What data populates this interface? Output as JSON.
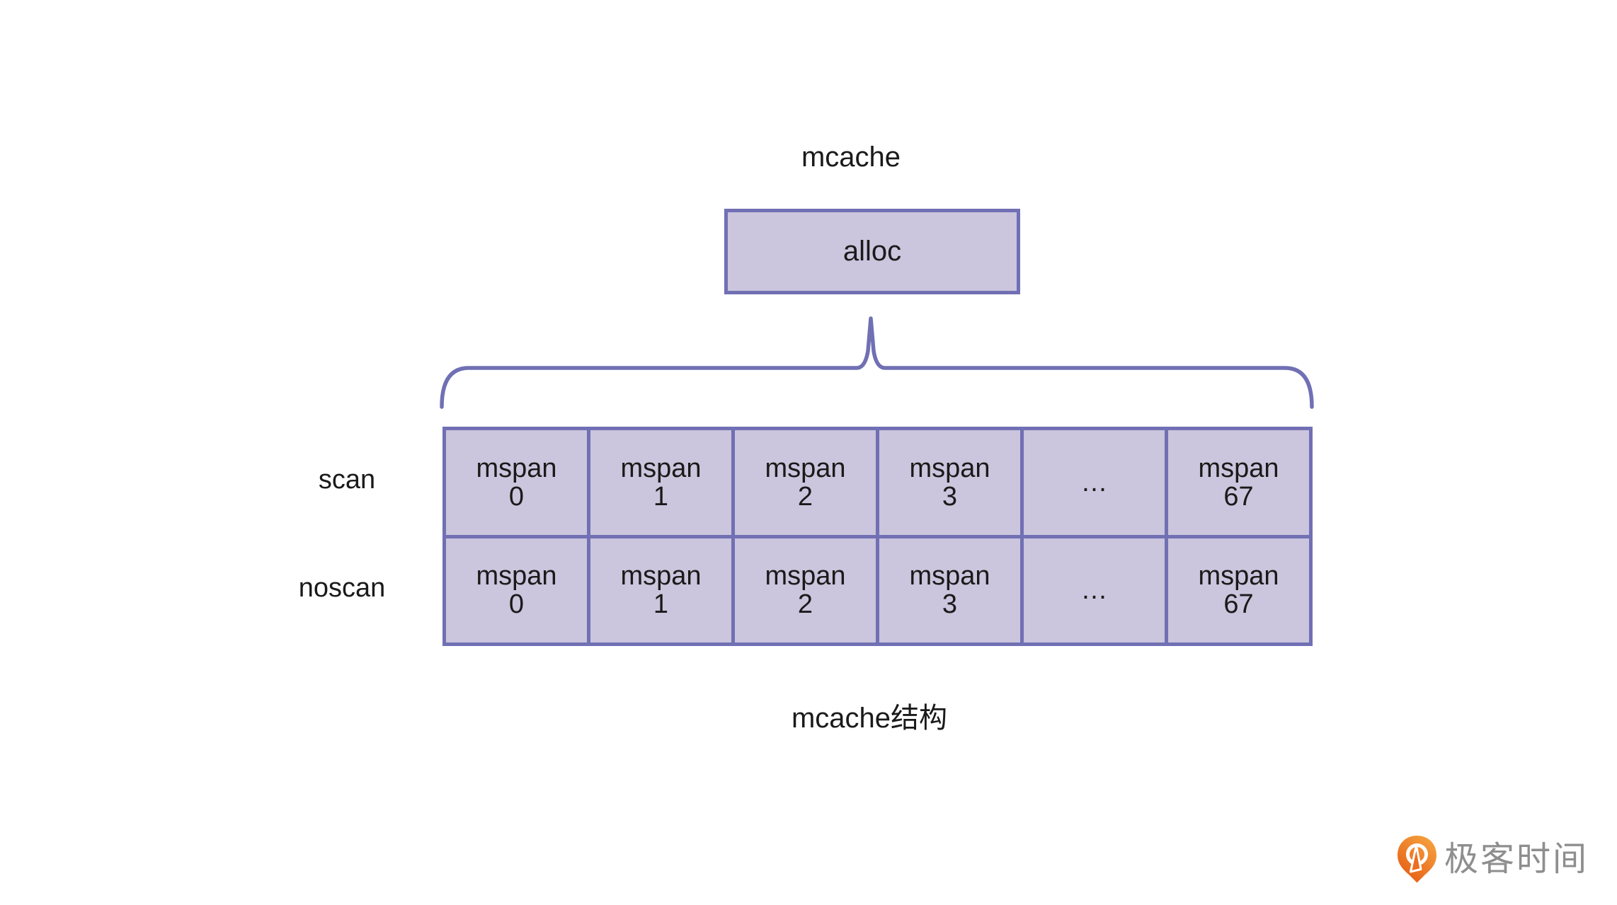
{
  "diagram": {
    "title": "mcache",
    "alloc_label": "alloc",
    "caption": "mcache结构",
    "rows": [
      {
        "label": "scan",
        "cells": [
          {
            "l1": "mspan",
            "l2": "0"
          },
          {
            "l1": "mspan",
            "l2": "1"
          },
          {
            "l1": "mspan",
            "l2": "2"
          },
          {
            "l1": "mspan",
            "l2": "3"
          },
          {
            "l1": "…",
            "l2": ""
          },
          {
            "l1": "mspan",
            "l2": "67"
          }
        ]
      },
      {
        "label": "noscan",
        "cells": [
          {
            "l1": "mspan",
            "l2": "0"
          },
          {
            "l1": "mspan",
            "l2": "1"
          },
          {
            "l1": "mspan",
            "l2": "2"
          },
          {
            "l1": "mspan",
            "l2": "3"
          },
          {
            "l1": "…",
            "l2": ""
          },
          {
            "l1": "mspan",
            "l2": "67"
          }
        ]
      }
    ]
  },
  "logo": {
    "text": "极客时间",
    "icon": "geektime-pin-icon"
  },
  "colors": {
    "border": "#7170b4",
    "cell_fill": "#cbc5dd",
    "text": "#1a1a1a",
    "logo_text": "#8e8e8e",
    "orange_light": "#f6a33f",
    "orange_mid": "#ec6e1f",
    "orange_dark": "#e55a12"
  }
}
